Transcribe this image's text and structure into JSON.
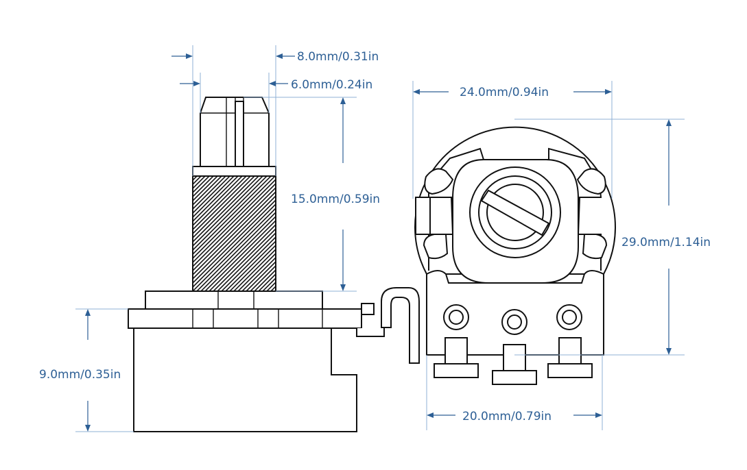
{
  "colors": {
    "dimension": "#2d5f95",
    "extension": "#8fb0d4",
    "outline": "#111111",
    "background": "#ffffff"
  },
  "dimensions": {
    "shaft_outer_diameter": "8.0mm/0.31in",
    "shaft_inner_diameter": "6.0mm/0.24in",
    "shaft_length": "15.0mm/0.59in",
    "body_height": "9.0mm/0.35in",
    "body_width": "24.0mm/0.94in",
    "total_height": "29.0mm/1.14in",
    "terminal_span": "20.0mm/0.79in"
  }
}
